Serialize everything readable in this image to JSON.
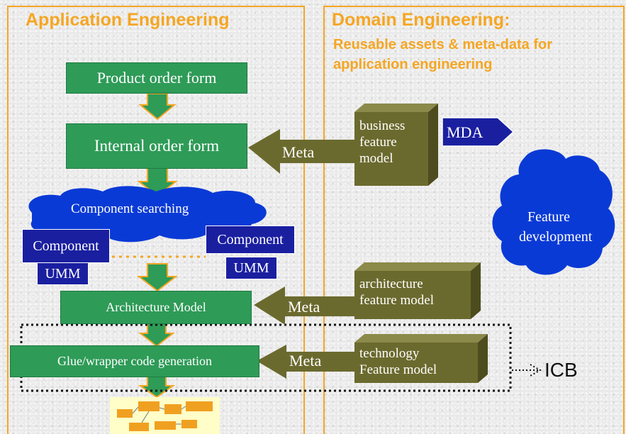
{
  "headers": {
    "app": "Application Engineering",
    "domain_line1": "Domain Engineering:",
    "domain_line2": "Reusable assets & meta-data for",
    "domain_line3": "application engineering"
  },
  "flow": {
    "product_order": "Product order form",
    "internal_order": "Internal order form",
    "component_searching": "Component searching",
    "architecture_model": "Architecture Model",
    "glue_code": "Glue/wrapper code generation"
  },
  "components": {
    "left_component": "Component",
    "left_umm": "UMM",
    "right_component": "Component",
    "right_umm": "UMM"
  },
  "meta_labels": [
    "Meta",
    "Meta",
    "Meta"
  ],
  "domain_boxes": {
    "business": [
      "business",
      "feature",
      "model"
    ],
    "architecture": [
      "architecture",
      "feature model"
    ],
    "technology": [
      "technology",
      "Feature model"
    ]
  },
  "mda": "MDA",
  "feature_dev": [
    "Feature",
    "development"
  ],
  "icb": "ICB",
  "colors": {
    "orange": "#f5a623",
    "green": "#2e9b57",
    "blue": "#1a1fa0",
    "olive": "#6b6a2e",
    "cloud_blue": "#0a3ad6"
  }
}
